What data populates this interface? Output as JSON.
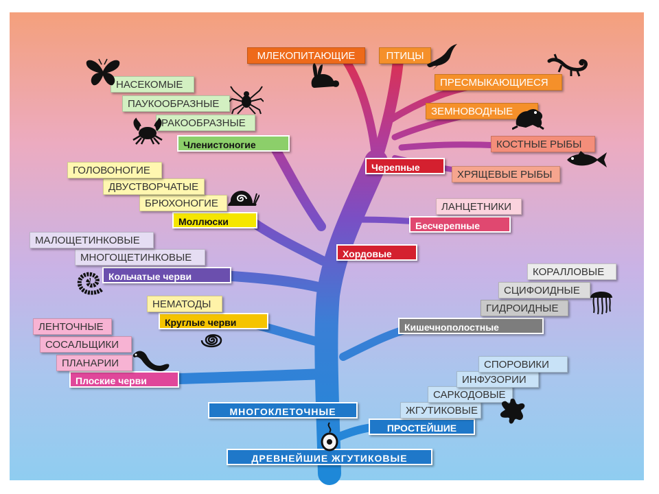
{
  "colors": {
    "trunk_bottom": "#1e88d8",
    "trunk_mid": "#7a4fc4",
    "trunk_top": "#e02f4a",
    "silhouette": "#111111"
  },
  "labels": {
    "root": "ДРЕВНЕЙШИЕ ЖГУТИКОВЫЕ",
    "multicellular": "МНОГОКЛЕТОЧНЫЕ",
    "protozoa": "ПРОСТЕЙШИЕ",
    "flagellates": "ЖГУТИКОВЫЕ",
    "sarcodina": "САРКОДОВЫЕ",
    "ciliates": "ИНФУЗОРИИ",
    "sporozoa": "СПОРОВИКИ",
    "flatworms": "Плоские черви",
    "planaria": "ПЛАНАРИИ",
    "flukes": "СОСАЛЬЩИКИ",
    "tapeworms": "ЛЕНТОЧНЫЕ",
    "roundworms": "Круглые черви",
    "nematodes": "НЕМАТОДЫ",
    "annelids": "Кольчатые черви",
    "polychaetes": "МНОГОЩЕТИНКОВЫЕ",
    "oligochaetes": "МАЛОЩЕТИНКОВЫЕ",
    "molluscs": "Моллюски",
    "gastropods": "БРЮХОНОГИЕ",
    "bivalves": "ДВУСТВОРЧАТЫЕ",
    "cephalopods": "ГОЛОВОНОГИЕ",
    "arthropods": "Членистоногие",
    "crustaceans": "РАКООБРАЗНЫЕ",
    "arachnids": "ПАУКООБРАЗНЫЕ",
    "insects": "НАСЕКОМЫЕ",
    "coelenterates": "Кишечнополостные",
    "hydroids": "ГИДРОИДНЫЕ",
    "scyphoids": "СЦИФОИДНЫЕ",
    "corals": "КОРАЛЛОВЫЕ",
    "chordates": "Хордовые",
    "acrania": "Бесчерепные",
    "lancelets": "ЛАНЦЕТНИКИ",
    "craniates": "Черепные",
    "cartilaginous": "ХРЯЩЕВЫЕ РЫБЫ",
    "bony": "КОСТНЫЕ РЫБЫ",
    "amphibians": "ЗЕМНОВОДНЫЕ",
    "reptiles": "ПРЕСМЫКАЮЩИЕСЯ",
    "birds": "ПТИЦЫ",
    "mammals": "МЛЕКОПИТАЮЩИЕ"
  },
  "icons": {
    "euglena": "euglena-icon",
    "amoeba": "amoeba-icon",
    "worm": "flatworm-icon",
    "roundworm": "roundworm-spiral-icon",
    "annelid": "annelid-icon",
    "snail": "snail-icon",
    "crab": "crab-icon",
    "spider": "spider-icon",
    "butterfly": "butterfly-icon",
    "jellyfish": "jellyfish-icon",
    "fish": "fish-icon",
    "frog": "frog-icon",
    "lizard": "lizard-icon",
    "bird": "bird-icon",
    "rabbit": "rabbit-icon"
  }
}
